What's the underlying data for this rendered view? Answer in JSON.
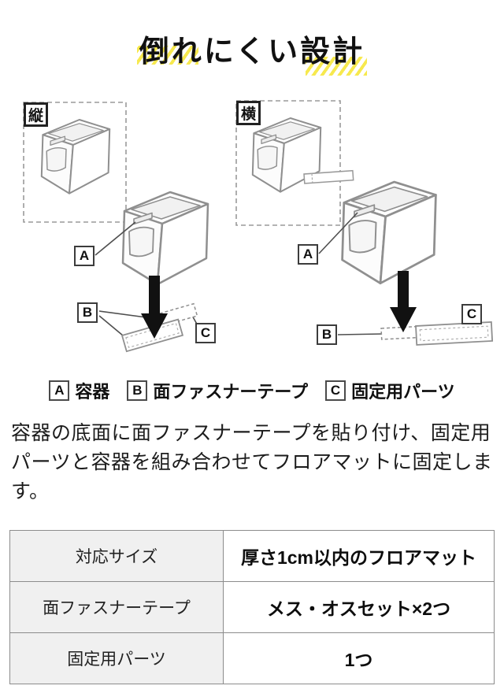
{
  "title": "倒れにくい設計",
  "diagram": {
    "vertical_label": "縦",
    "horizontal_label": "横",
    "marker_a": "A",
    "marker_b": "B",
    "marker_c": "C"
  },
  "legend": {
    "items": [
      {
        "key": "A",
        "label": "容器"
      },
      {
        "key": "B",
        "label": "面ファスナーテープ"
      },
      {
        "key": "C",
        "label": "固定用パーツ"
      }
    ]
  },
  "description": "容器の底面に面ファスナーテープを貼り付け、固定用パーツと容器を組み合わせてフロアマットに固定します。",
  "table": {
    "rows": [
      {
        "header": "対応サイズ",
        "value": "厚さ1cm以内のフロアマット"
      },
      {
        "header": "面ファスナーテープ",
        "value": "メス・オスセット×2つ"
      },
      {
        "header": "固定用パーツ",
        "value": "1つ"
      }
    ]
  },
  "colors": {
    "accent_yellow": "#f7e94e",
    "stroke_gray": "#8f8f8f"
  }
}
